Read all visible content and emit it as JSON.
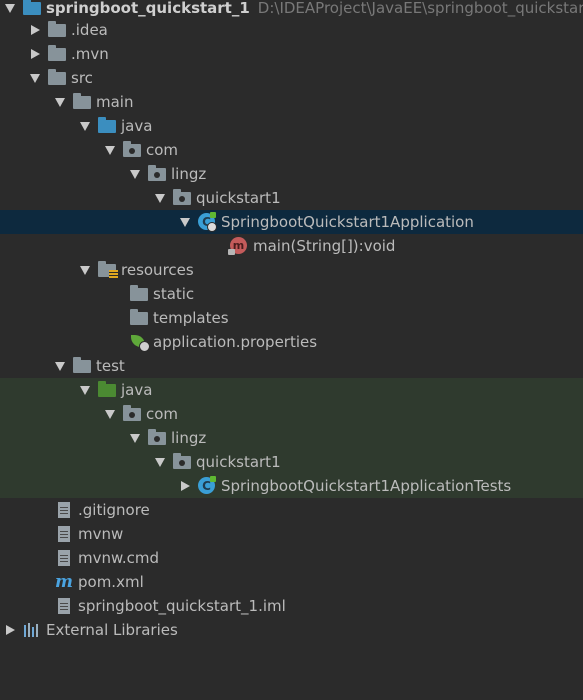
{
  "tree": {
    "root": {
      "name": "springboot_quickstart_1",
      "path": "D:\\IDEAProject\\JavaEE\\springboot_quickstart_"
    },
    "idea": ".idea",
    "mvn": ".mvn",
    "src": "src",
    "main": "main",
    "main_java": "java",
    "main_com": "com",
    "main_lingz": "lingz",
    "main_quickstart1": "quickstart1",
    "app_class": "SpringbootQuickstart1Application",
    "main_method": "main(String[]):void",
    "resources": "resources",
    "static": "static",
    "templates": "templates",
    "app_props": "application.properties",
    "test": "test",
    "test_java": "java",
    "test_com": "com",
    "test_lingz": "lingz",
    "test_quickstart1": "quickstart1",
    "test_class": "SpringbootQuickstart1ApplicationTests",
    "gitignore": ".gitignore",
    "mvnw": "mvnw",
    "mvnw_cmd": "mvnw.cmd",
    "pom": "pom.xml",
    "iml": "springboot_quickstart_1.iml",
    "external_libraries": "External Libraries"
  },
  "colors": {
    "background": "#2b2b2b",
    "selection": "#0d293e",
    "test_band": "#2f3a2e",
    "source_folder": "#3b8ebf",
    "test_folder": "#4b8a32"
  }
}
